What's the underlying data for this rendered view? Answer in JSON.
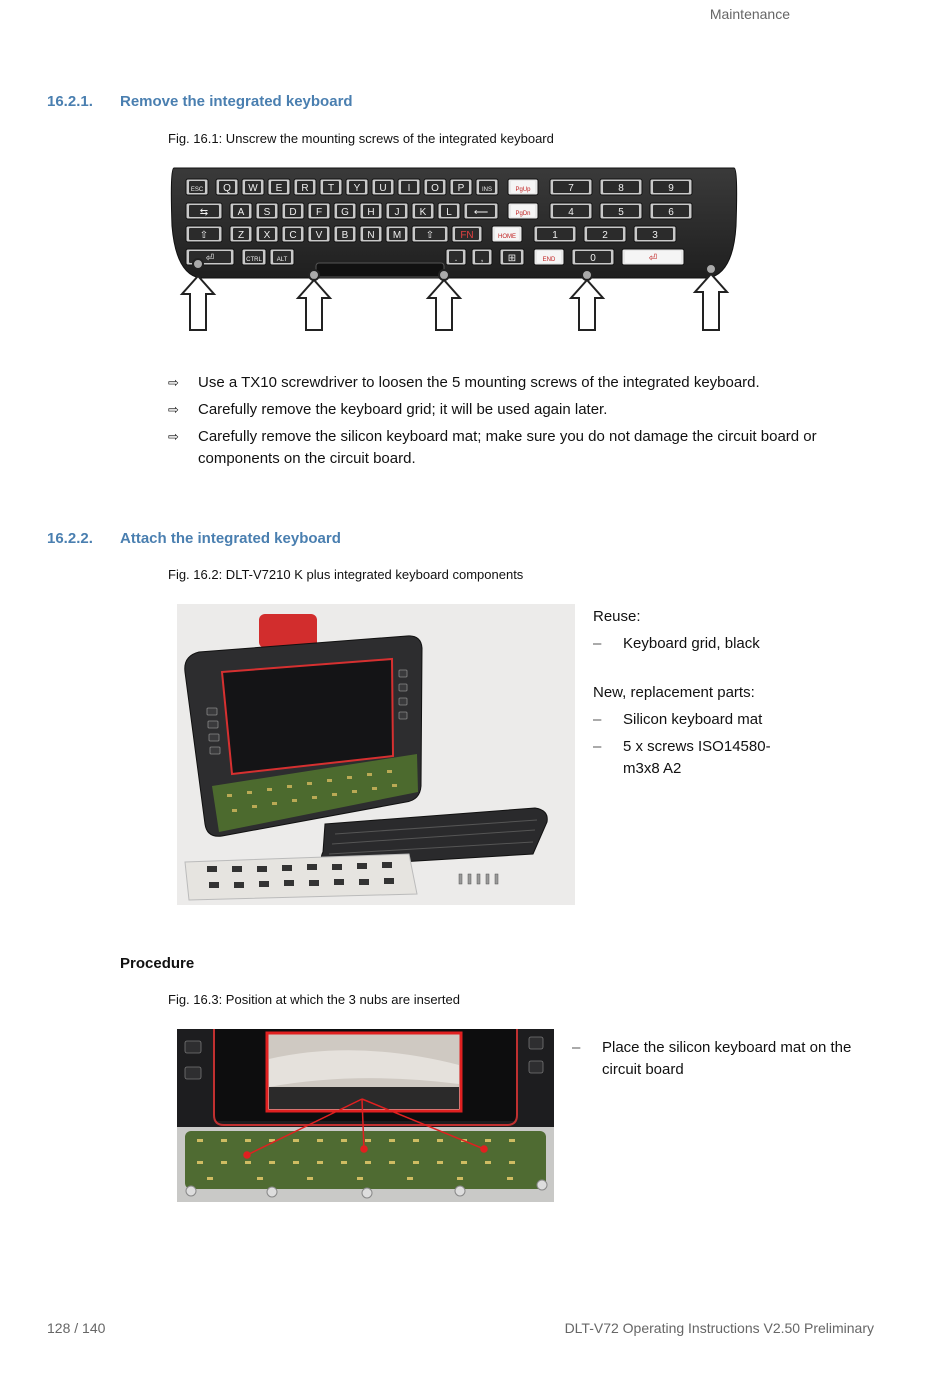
{
  "header": {
    "section": "Maintenance"
  },
  "sec1": {
    "number": "16.2.1.",
    "title": "Remove the integrated keyboard"
  },
  "fig1": {
    "caption": "Fig. 16.1: Unscrew the mounting screws of the integrated keyboard",
    "keys_row1": [
      "ESC",
      "Q",
      "W",
      "E",
      "R",
      "T",
      "Y",
      "U",
      "I",
      "O",
      "P",
      "INS",
      "PgUp",
      "7",
      "8",
      "9"
    ],
    "keys_row2": [
      "⇆",
      "A",
      "S",
      "D",
      "F",
      "G",
      "H",
      "J",
      "K",
      "L",
      "⟵",
      "PgDn",
      "4",
      "5",
      "6"
    ],
    "keys_row3": [
      "⇧",
      "Z",
      "X",
      "C",
      "V",
      "B",
      "N",
      "M",
      "⇧",
      "FN",
      "HOME",
      "1",
      "2",
      "3"
    ],
    "keys_row4": [
      "⏎",
      "CTRL",
      "ALT",
      "",
      ".",
      ",",
      "⊞",
      "END",
      "0",
      "⏎"
    ]
  },
  "steps1": [
    "Use a TX10 screwdriver to loosen the 5 mounting screws of the integrated keyboard.",
    "Carefully remove the keyboard grid; it will be used again later.",
    "Carefully remove the silicon keyboard mat; make sure you do not damage the circuit board or components on the circuit board."
  ],
  "sec2": {
    "number": "16.2.2.",
    "title": "Attach the integrated keyboard"
  },
  "fig2": {
    "caption": "Fig. 16.2: DLT-V7210 K plus integrated keyboard components"
  },
  "reuse": {
    "header": "Reuse:",
    "items": [
      "Keyboard grid, black"
    ]
  },
  "new_parts": {
    "header": "New, replacement parts:",
    "items": [
      "Silicon keyboard mat",
      "5 x screws ISO14580-m3x8 A2"
    ]
  },
  "procedure": {
    "title": "Procedure"
  },
  "fig3": {
    "caption": "Fig. 16.3: Position at which the 3 nubs are inserted"
  },
  "procedure_steps": [
    "Place the silicon keyboard mat on the circuit board"
  ],
  "footer": {
    "page": "128 / 140",
    "doc": "DLT-V72 Operating Instructions V2.50 Preliminary"
  }
}
